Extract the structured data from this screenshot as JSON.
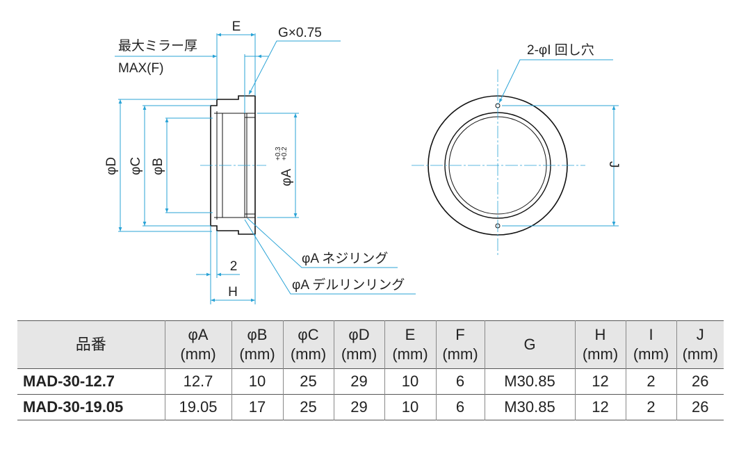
{
  "drawing": {
    "side_view": {
      "dim_E": "E",
      "max_mirror_label": "最大ミラー厚",
      "max_f_label": "MAX(F)",
      "thread_label": "G×0.75",
      "dim_D": "φD",
      "dim_C": "φC",
      "dim_B": "φB",
      "dim_A": "φA",
      "dim_A_tol_upper": "+0.3",
      "dim_A_tol_lower": "+0.2",
      "dim_2": "2",
      "dim_H": "H",
      "screw_ring_label": "φA ネジリング",
      "delrin_ring_label": "φA デルリンリング"
    },
    "front_view": {
      "hole_label": "2-φI 回し穴",
      "dim_J": "J"
    }
  },
  "table": {
    "part_header": "品番",
    "columns": [
      {
        "name": "φA",
        "unit": "(mm)"
      },
      {
        "name": "φB",
        "unit": "(mm)"
      },
      {
        "name": "φC",
        "unit": "(mm)"
      },
      {
        "name": "φD",
        "unit": "(mm)"
      },
      {
        "name": "E",
        "unit": "(mm)"
      },
      {
        "name": "F",
        "unit": "(mm)"
      },
      {
        "name": "G",
        "unit": ""
      },
      {
        "name": "H",
        "unit": "(mm)"
      },
      {
        "name": "I",
        "unit": "(mm)"
      },
      {
        "name": "J",
        "unit": "(mm)"
      }
    ],
    "rows": [
      {
        "part": "MAD-30-12.7",
        "values": [
          "12.7",
          "10",
          "25",
          "29",
          "10",
          "6",
          "M30.85",
          "12",
          "2",
          "26"
        ]
      },
      {
        "part": "MAD-30-19.05",
        "values": [
          "19.05",
          "17",
          "25",
          "29",
          "10",
          "6",
          "M30.85",
          "12",
          "2",
          "26"
        ]
      }
    ]
  }
}
